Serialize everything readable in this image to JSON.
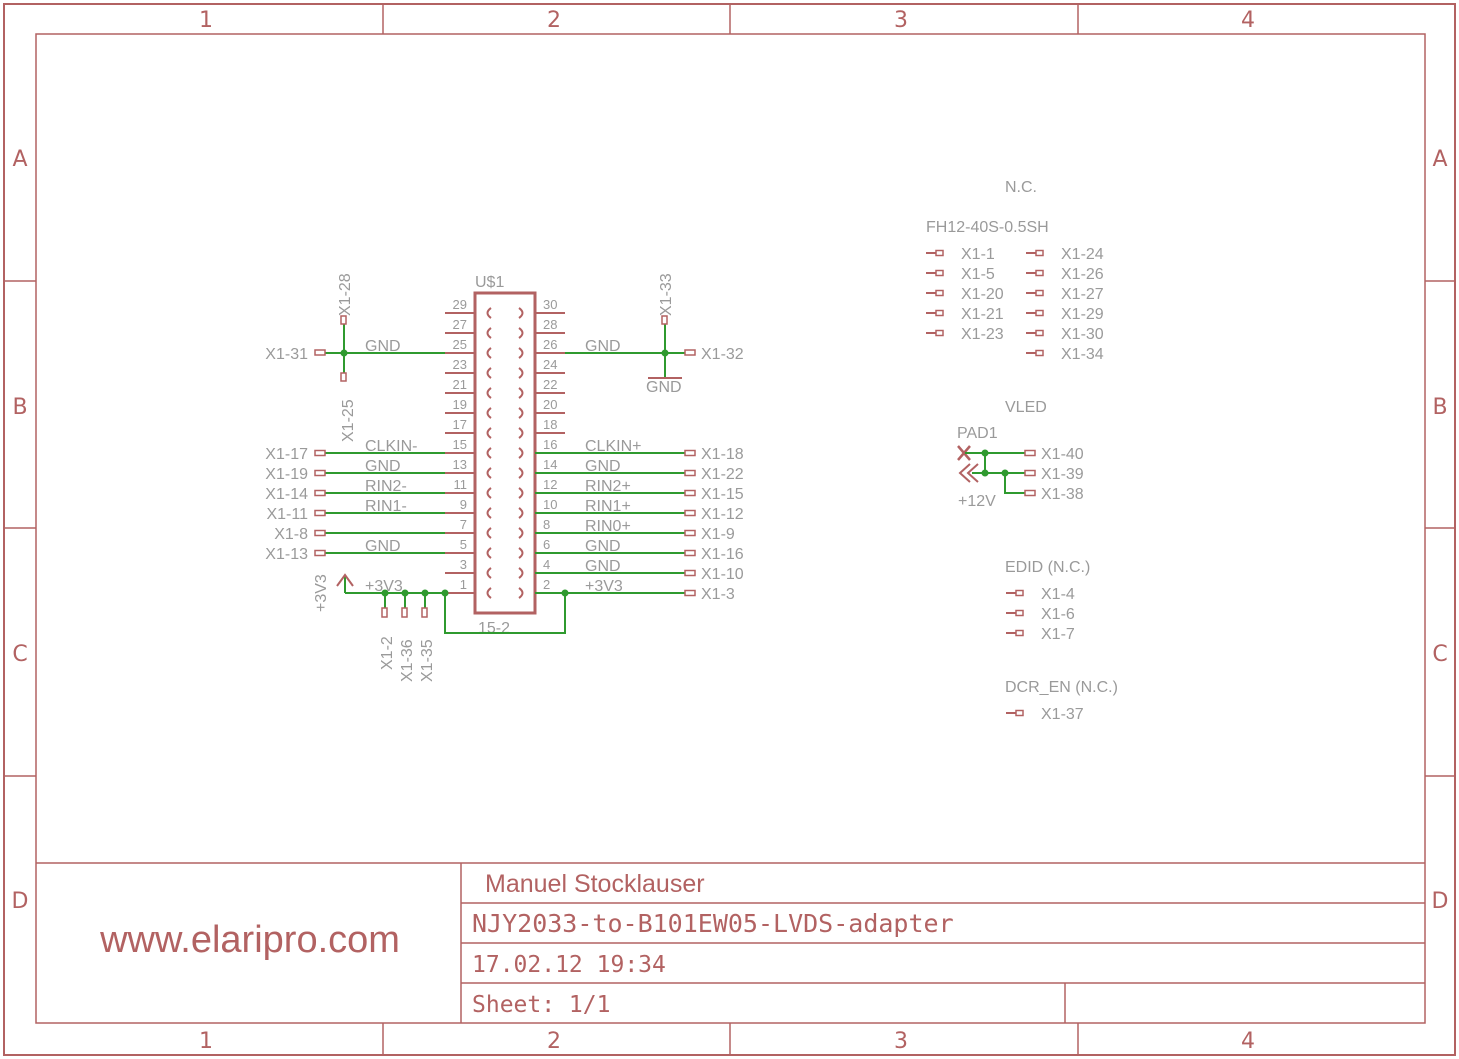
{
  "grid": {
    "columns": [
      "1",
      "2",
      "3",
      "4"
    ],
    "rows": [
      "A",
      "B",
      "C",
      "D"
    ]
  },
  "component": {
    "name": "U$1",
    "odd_pins": [
      "29",
      "27",
      "25",
      "23",
      "21",
      "19",
      "17",
      "15",
      "13",
      "11",
      "9",
      "7",
      "5",
      "3",
      "1"
    ],
    "even_pins": [
      "30",
      "28",
      "26",
      "24",
      "22",
      "20",
      "18",
      "16",
      "14",
      "12",
      "10",
      "8",
      "6",
      "4",
      "2"
    ],
    "bridge_label": "15-2"
  },
  "left_side": {
    "top": {
      "x1_28": "X1-28",
      "x1_31": "X1-31",
      "gnd": "GND",
      "x1_25": "X1-25"
    },
    "rows": [
      {
        "conn": "X1-17",
        "net": "CLKIN-"
      },
      {
        "conn": "X1-19",
        "net": "GND"
      },
      {
        "conn": "X1-14",
        "net": "RIN2-"
      },
      {
        "conn": "X1-11",
        "net": "RIN1-"
      },
      {
        "conn": "X1-8",
        "net": ""
      },
      {
        "conn": "X1-13",
        "net": "GND"
      }
    ],
    "power": {
      "supply": "+3V3",
      "net": "+3V3",
      "x1_2": "X1-2",
      "x1_36": "X1-36",
      "x1_35": "X1-35"
    }
  },
  "right_side": {
    "top": {
      "x1_33": "X1-33",
      "x1_32": "X1-32",
      "gnd": "GND",
      "gnd_symbol": "GND"
    },
    "rows": [
      {
        "conn": "X1-18",
        "net": "CLKIN+"
      },
      {
        "conn": "X1-22",
        "net": "GND"
      },
      {
        "conn": "X1-15",
        "net": "RIN2+"
      },
      {
        "conn": "X1-12",
        "net": "RIN1+"
      },
      {
        "conn": "X1-9",
        "net": "RIN0+"
      },
      {
        "conn": "X1-16",
        "net": "GND"
      },
      {
        "conn": "X1-10",
        "net": "GND"
      },
      {
        "conn": "X1-3",
        "net": "+3V3"
      }
    ]
  },
  "nc_block": {
    "title": "N.C.",
    "part": "FH12-40S-0.5SH",
    "col1": [
      "X1-1",
      "X1-5",
      "X1-20",
      "X1-21",
      "X1-23"
    ],
    "col2": [
      "X1-24",
      "X1-26",
      "X1-27",
      "X1-29",
      "X1-30",
      "X1-34"
    ]
  },
  "vled_block": {
    "title": "VLED",
    "pad": "PAD1",
    "supply": "+12V",
    "pins": [
      "X1-40",
      "X1-39",
      "X1-38"
    ]
  },
  "edid_block": {
    "title": "EDID (N.C.)",
    "pins": [
      "X1-4",
      "X1-6",
      "X1-7"
    ]
  },
  "dcr_block": {
    "title": "DCR_EN (N.C.)",
    "pins": [
      "X1-37"
    ]
  },
  "title_block": {
    "website": "www.elaripro.com",
    "author": "Manuel Stocklauser",
    "project": "NJY2033-to-B101EW05-LVDS-adapter",
    "date": "17.02.12 19:34",
    "sheet": "Sheet: 1/1"
  },
  "colors": {
    "frame": "#b26262",
    "wire": "#2f9a2f",
    "text": "#9a9a9a"
  }
}
